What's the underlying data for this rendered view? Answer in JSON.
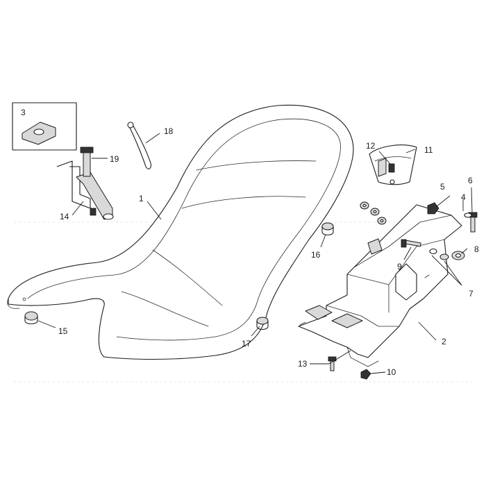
{
  "callouts": [
    {
      "id": "c1",
      "label": "1"
    },
    {
      "id": "c2",
      "label": "2"
    },
    {
      "id": "c3",
      "label": "3"
    },
    {
      "id": "c4",
      "label": "4"
    },
    {
      "id": "c5",
      "label": "5"
    },
    {
      "id": "c6",
      "label": "6"
    },
    {
      "id": "c7",
      "label": "7"
    },
    {
      "id": "c8",
      "label": "8"
    },
    {
      "id": "c9",
      "label": "9"
    },
    {
      "id": "c10",
      "label": "10"
    },
    {
      "id": "c11",
      "label": "11"
    },
    {
      "id": "c12",
      "label": "12"
    },
    {
      "id": "c13",
      "label": "13"
    },
    {
      "id": "c14",
      "label": "14"
    },
    {
      "id": "c15",
      "label": "15"
    },
    {
      "id": "c16",
      "label": "16"
    },
    {
      "id": "c17",
      "label": "17"
    },
    {
      "id": "c18",
      "label": "18"
    },
    {
      "id": "c19",
      "label": "19"
    }
  ],
  "colors": {
    "line": "#1a1a1a",
    "background": "#ffffff",
    "part_fill": "#d9d9d9"
  }
}
